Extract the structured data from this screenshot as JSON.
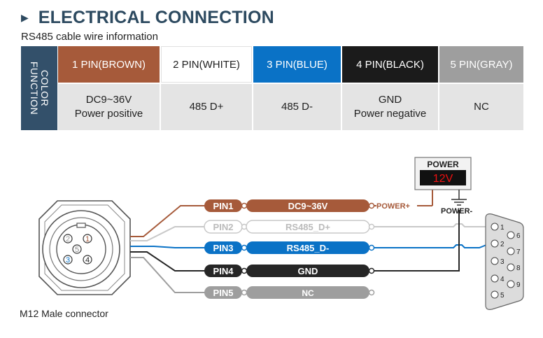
{
  "header": {
    "title": "ELECTRICAL CONNECTION"
  },
  "subtitle": "RS485 cable wire information",
  "table": {
    "row_label": "COLOR\nFUNCTION",
    "columns": [
      {
        "color_label": "1 PIN(BROWN)",
        "function": "DC9~36V\nPower positive",
        "bg": "#a65a3a",
        "fg": "#ffffff"
      },
      {
        "color_label": "2 PIN(WHITE)",
        "function": "485 D+",
        "bg": "#ffffff",
        "fg": "#222222"
      },
      {
        "color_label": "3 PIN(BLUE)",
        "function": "485 D-",
        "bg": "#0a72c6",
        "fg": "#ffffff"
      },
      {
        "color_label": "4 PIN(BLACK)",
        "function": "GND\nPower negative",
        "bg": "#1b1b1b",
        "fg": "#ffffff"
      },
      {
        "color_label": "5 PIN(GRAY)",
        "function": "NC",
        "bg": "#9e9e9e",
        "fg": "#ffffff"
      }
    ]
  },
  "diagram": {
    "power_box": {
      "title": "POWER",
      "voltage": "12V"
    },
    "power_plus": "POWER+",
    "power_minus": "POWER-",
    "connector_label": "M12 Male connector",
    "m12_pins": [
      "1",
      "2",
      "3",
      "4",
      "5"
    ],
    "db9_pins": [
      "1",
      "6",
      "2",
      "7",
      "3",
      "8",
      "4",
      "9",
      "5"
    ],
    "wires": [
      {
        "pin": "PIN1",
        "signal": "DC9~36V",
        "color": "#a65a3a"
      },
      {
        "pin": "PIN2",
        "signal": "RS485_D+",
        "color": "#c8c8c8"
      },
      {
        "pin": "PIN3",
        "signal": "RS485_D-",
        "color": "#0a72c6"
      },
      {
        "pin": "PIN4",
        "signal": "GND",
        "color": "#262626"
      },
      {
        "pin": "PIN5",
        "signal": "NC",
        "color": "#9e9e9e"
      }
    ]
  }
}
